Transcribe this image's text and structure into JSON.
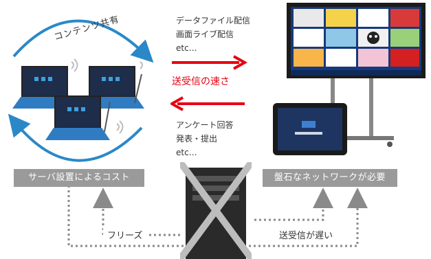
{
  "top_caption": {
    "line1": "データファイル配信",
    "line2": "画面ライブ配信",
    "line3": "etc…"
  },
  "center_label": "送受信の速さ",
  "bottom_caption": {
    "line1": "アンケート回答",
    "line2": "発表・提出",
    "line3": "etc…"
  },
  "curve_label": "コンテンツ共有",
  "left_tag": "サーバ設置によるコスト",
  "right_tag": "盤石なネットワークが必要",
  "freeze_label": "フリーズ",
  "slow_label": "送受信が遅い",
  "colors": {
    "accent_red": "#e60012",
    "arrow_blue": "#2b88c8",
    "tag_gray": "#9a9a9a",
    "dotted": "#8a8a8a"
  }
}
